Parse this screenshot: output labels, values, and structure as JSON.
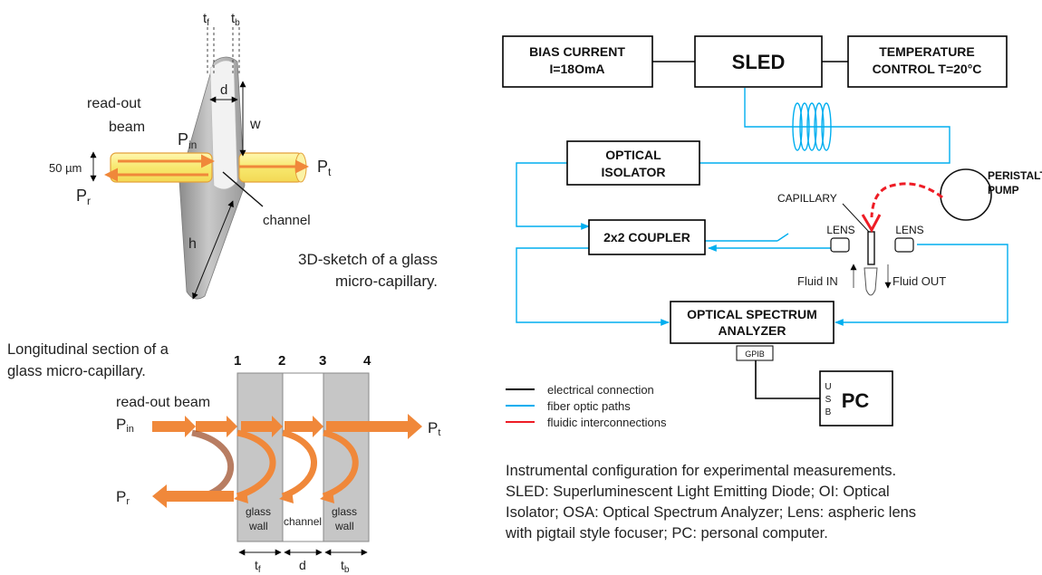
{
  "sketch3d": {
    "t_f": "t",
    "t_f_sub": "f",
    "t_b": "t",
    "t_b_sub": "b",
    "d": "d",
    "w": "w",
    "h": "h",
    "readout_line1": "read-out",
    "readout_line2": "beam",
    "p_in": "P",
    "p_in_sub": "in",
    "p_r": "P",
    "p_r_sub": "r",
    "p_t": "P",
    "p_t_sub": "t",
    "beam_width": "50 µm",
    "channel": "channel",
    "caption_line1": "3D-sketch of a glass",
    "caption_line2": "micro-capillary."
  },
  "section": {
    "caption_line1": "Longitudinal section of a",
    "caption_line2": "glass micro-capillary.",
    "interface_numbers": [
      "1",
      "2",
      "3",
      "4"
    ],
    "readout": "read-out beam",
    "p_in": "P",
    "p_in_sub": "in",
    "p_r": "P",
    "p_r_sub": "r",
    "p_t": "P",
    "p_t_sub": "t",
    "glass_wall_line1": "glass",
    "glass_wall_line2": "wall",
    "channel": "channel",
    "t_f": "t",
    "t_f_sub": "f",
    "d": "d",
    "t_b": "t",
    "t_b_sub": "b"
  },
  "setup": {
    "bias_line1": "BIAS CURRENT",
    "bias_line2": "I=18OmA",
    "sled": "SLED",
    "temp_line1": "TEMPERATURE",
    "temp_line2": "CONTROL T=20°C",
    "isolator_line1": "OPTICAL",
    "isolator_line2": "ISOLATOR",
    "coupler": "2x2 COUPLER",
    "capillary": "CAPILLARY",
    "pump_line1": "PERISTALTIC",
    "pump_line2": "PUMP",
    "lens_left": "LENS",
    "lens_right": "LENS",
    "fluid_in": "Fluid IN",
    "fluid_out": "Fluid OUT",
    "osa_line1": "OPTICAL SPECTRUM",
    "osa_line2": "ANALYZER",
    "gpib": "GPIB",
    "usb": [
      "U",
      "S",
      "B"
    ],
    "pc": "PC",
    "legend": {
      "electrical": "electrical connection",
      "fiber": "fiber optic paths",
      "fluidic": "fluidic interconnections"
    },
    "colors": {
      "electrical": "#000000",
      "fiber": "#00aeef",
      "fluidic": "#ee1c25",
      "beam_orange": "#f0883a",
      "beam_yellow": "#f9f08a",
      "glass_gray": "#b8b8b8"
    },
    "caption": [
      "Instrumental configuration for experimental measurements.",
      "SLED: Superluminescent Light Emitting Diode; OI: Optical",
      "Isolator; OSA: Optical Spectrum Analyzer; Lens: aspheric lens",
      "with pigtail style focuser; PC: personal computer."
    ]
  }
}
